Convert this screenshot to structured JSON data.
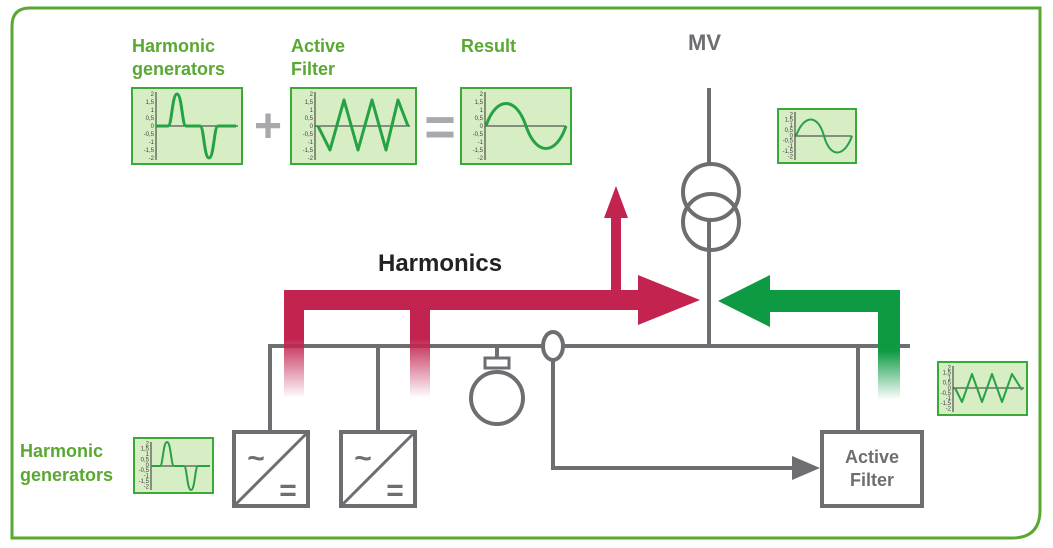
{
  "labels": {
    "harmonic_generators_top_1": "Harmonic",
    "harmonic_generators_top_2": "generators",
    "active_filter_top_1": "Active",
    "active_filter_top_2": "Filter",
    "result": "Result",
    "mv": "MV",
    "harmonics": "Harmonics",
    "harmonic_generators_bottom_1": "Harmonic",
    "harmonic_generators_bottom_2": "generators",
    "active_filter_box_1": "Active",
    "active_filter_box_2": "Filter",
    "plus": "+",
    "equals": "=",
    "inverter_ac": "~",
    "inverter_dc": "="
  },
  "graph_ticks": [
    "2",
    "1,5",
    "1",
    "0,5",
    "0",
    "-0,5",
    "-1",
    "-1,5",
    "-2"
  ],
  "colors": {
    "frame_green": "#5aa832",
    "panel_fill": "#d7edc4",
    "panel_border": "#3aa935",
    "wave": "#25a244",
    "harmonics_arrow": "#c2234f",
    "filter_arrow": "#0d9a42",
    "wire": "#6d6e71"
  }
}
